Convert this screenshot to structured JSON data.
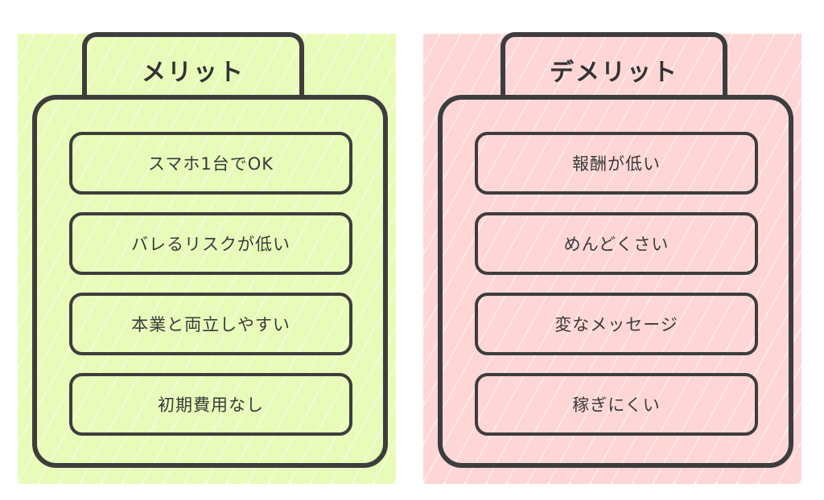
{
  "colors": {
    "merit_fill": "#e8fbb8",
    "demerit_fill": "#ffd6d6",
    "outline": "#3d3d3d",
    "text": "#333333"
  },
  "merit": {
    "title": "メリット",
    "items": [
      {
        "label": "スマホ1台でOK"
      },
      {
        "label": "バレるリスクが低い"
      },
      {
        "label": "本業と両立しやすい"
      },
      {
        "label": "初期費用なし"
      }
    ]
  },
  "demerit": {
    "title": "デメリット",
    "items": [
      {
        "label": "報酬が低い"
      },
      {
        "label": "めんどくさい"
      },
      {
        "label": "変なメッセージ"
      },
      {
        "label": "稼ぎにくい"
      }
    ]
  }
}
